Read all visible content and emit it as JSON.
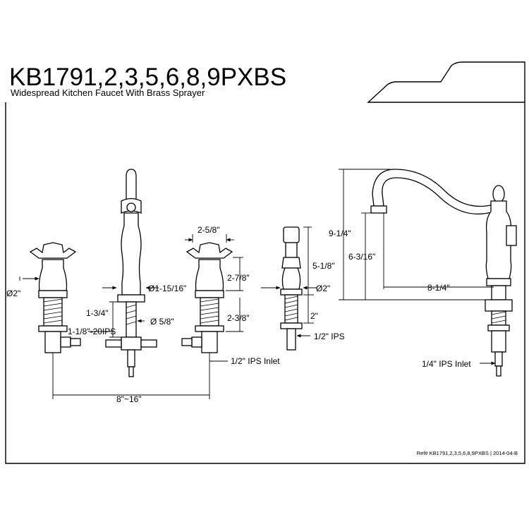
{
  "header": {
    "model": "KB1791,2,3,5,6,8,9PXBS",
    "description": "Widespread Kitchen Faucet With Brass Sprayer"
  },
  "dimensions": {
    "handle_diameter": "Ø2\"",
    "spout_base_diameter": "Ø1-15/16\"",
    "shank_diameter": "Ø 5/8\"",
    "handle_spacing_top": "2-5/8\"",
    "handle_height": "2-7/8\"",
    "handle_shank_height": "2-3/8\"",
    "spout_shank_length": "1-3/4\"",
    "handle_shank_thread": "1-1/8\"-20IPS",
    "center_spread": "8\"~16\"",
    "handle_inlet": "1/2\" IPS Inlet",
    "sprayer_height": "5-1/8\"",
    "sprayer_diameter": "Ø2\"",
    "sprayer_shank": "2\"",
    "sprayer_ips": "1/2\" IPS",
    "overall_height": "9-1/4\"",
    "spout_clearance": "6-3/16\"",
    "spout_reach": "8-1/4\"",
    "spout_inlet": "1/4\" IPS Inlet"
  },
  "footer": {
    "reference": "Ref# KB1791,2,3,5,6,8,9PXBS | 2014-04-B"
  }
}
